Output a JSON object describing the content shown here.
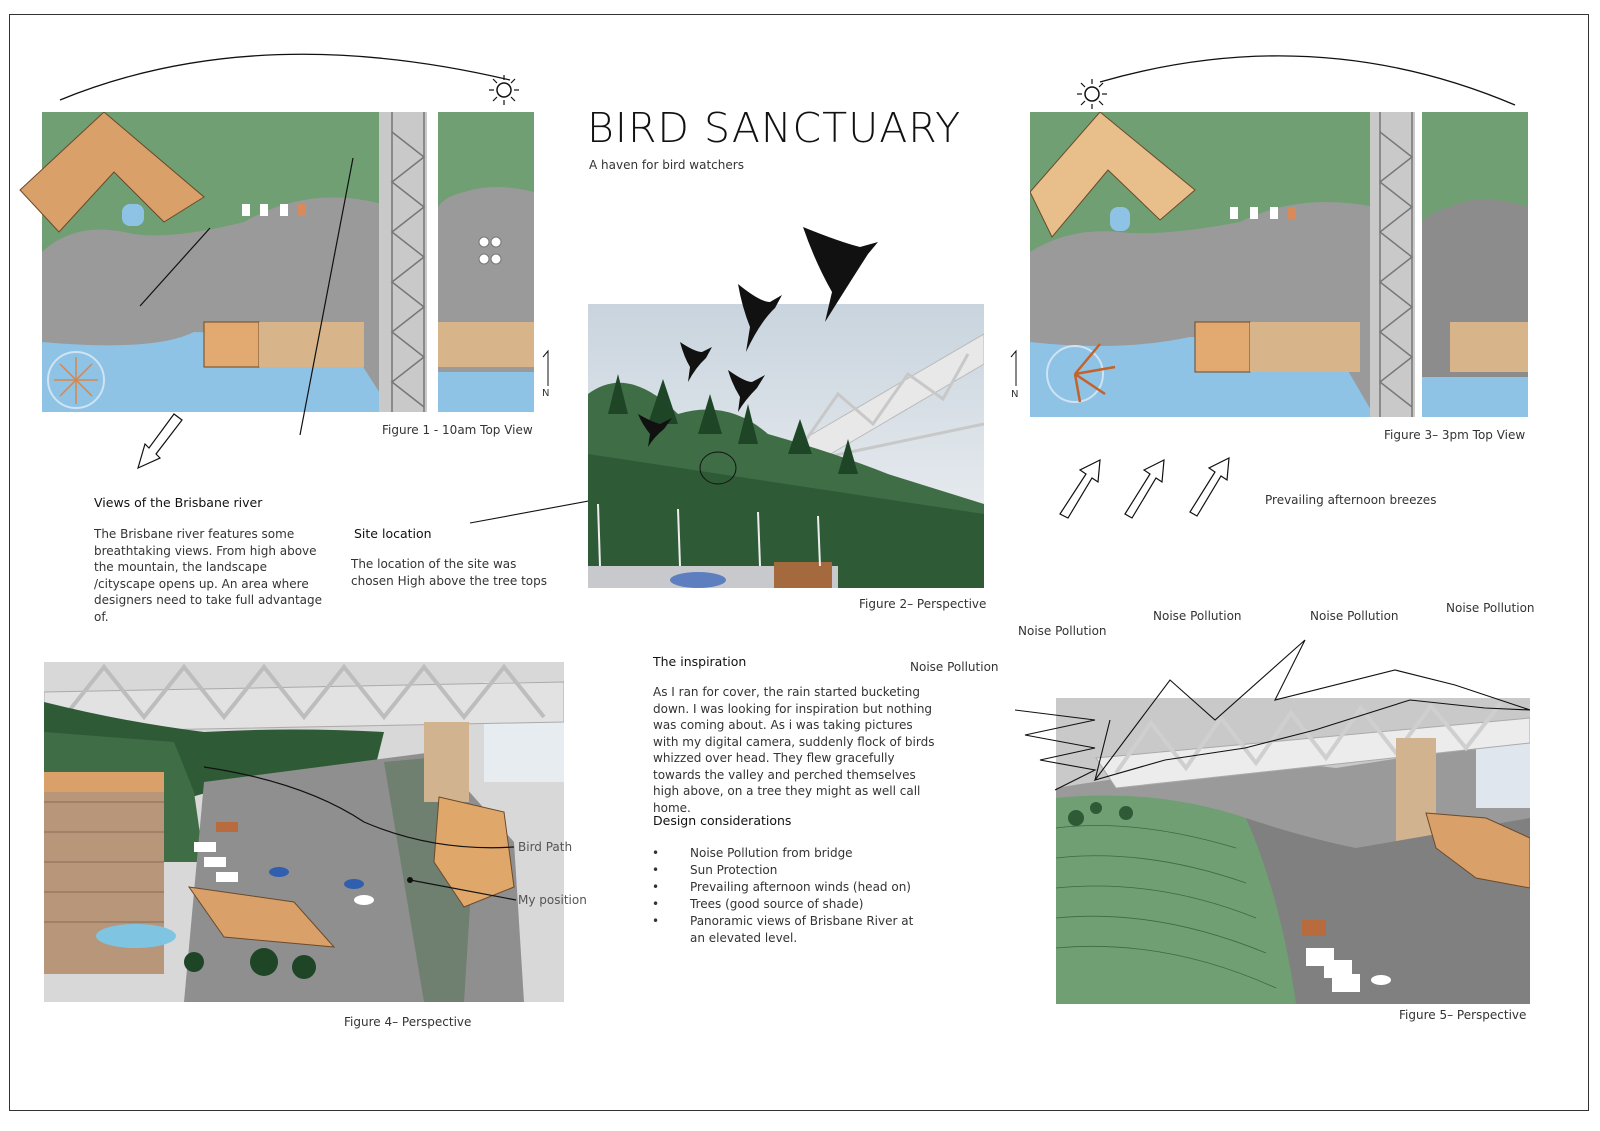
{
  "title": "BIRD SANCTUARY",
  "subtitle": "A haven for bird watchers",
  "figures": {
    "fig1": "Figure 1 -  10am Top View",
    "fig2": "Figure 2– Perspective",
    "fig3": "Figure 3– 3pm Top View",
    "fig4": "Figure 4– Perspective",
    "fig5": "Figure 5– Perspective"
  },
  "views": {
    "heading": "Views of the Brisbane river",
    "body": "The Brisbane river features some breathtaking views. From high above the mountain, the landscape /cityscape opens up. An area where designers need to take full advantage of."
  },
  "site": {
    "heading": "Site location",
    "body": "The location of the site was chosen High above the tree tops"
  },
  "breezes": "Prevailing afternoon breezes",
  "north": "N",
  "noise": {
    "n1": "Noise Pollution",
    "n2": "Noise Pollution",
    "n3": "Noise Pollution",
    "n4": "Noise Pollution",
    "n5": "Noise Pollution"
  },
  "fig4_labels": {
    "bird_path": "Bird Path",
    "my_position": "My position"
  },
  "inspiration": {
    "heading": "The inspiration",
    "body": "As I ran for cover, the rain started bucketing down. I was looking for inspiration but nothing was coming about. As i was taking pictures with my digital camera, suddenly flock of birds whizzed over head. They flew gracefully towards the valley and perched themselves high above, on a tree they might as well call home."
  },
  "design": {
    "heading": "Design considerations",
    "items": [
      "Noise Pollution from  bridge",
      "Sun Protection",
      "Prevailing afternoon winds (head on)",
      "Trees (good source of shade)",
      "Panoramic views of Brisbane River at an elevated level."
    ]
  },
  "colors": {
    "water": "#8ec3e6",
    "vegetation": "#6f9f72",
    "paving": "#9a9a9a",
    "roof": "#d9a06a",
    "bridge": "#e8e8e8",
    "sky": "#dfe6ee"
  },
  "icons": [
    "sun-icon",
    "north-arrow-icon",
    "wind-arrow-icon",
    "bird-icon",
    "compass-icon"
  ]
}
